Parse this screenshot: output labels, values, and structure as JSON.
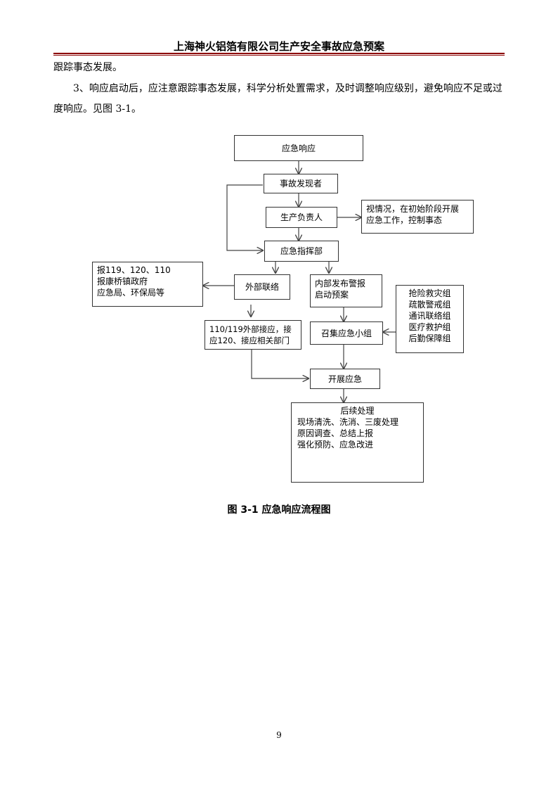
{
  "header": {
    "title": "上海神火铝箔有限公司生产安全事故应急预案"
  },
  "body": {
    "line1": "跟踪事态发展。",
    "para2": "3、响应启动后，应注意跟踪事态发展，科学分析处置需求，及时调整响应级别，避免响应不足或过度响应。见图 3-1。"
  },
  "flowchart": {
    "response": "应急响应",
    "discoverer": "事故发现者",
    "production_head": "生产负责人",
    "initial_handling": [
      "视情况，在初始阶段开展",
      "应急工作，控制事态"
    ],
    "command": "应急指挥部",
    "external_contacts": [
      "报119、120、110",
      "报康桥镇政府",
      "应急局、环保局等"
    ],
    "external_liaison": "外部联络",
    "internal_alarm": [
      "内部发布警报",
      "启动预案"
    ],
    "teams": [
      "抢险救灾组",
      "疏散警戒组",
      "通讯联络组",
      "医疗救护组",
      "后勤保障组"
    ],
    "external_reception": [
      "110/119外部接应，接",
      "应120、接应相关部门"
    ],
    "assemble_teams": "召集应急小组",
    "start_response": "开展应急",
    "followup_title": "后续处理",
    "followup_items": [
      "现场清洗、洗消、三废处理",
      "原因调查、总结上报",
      "强化预防、应急改进"
    ]
  },
  "caption": "图 3-1 应急响应流程图",
  "page_number": "9"
}
